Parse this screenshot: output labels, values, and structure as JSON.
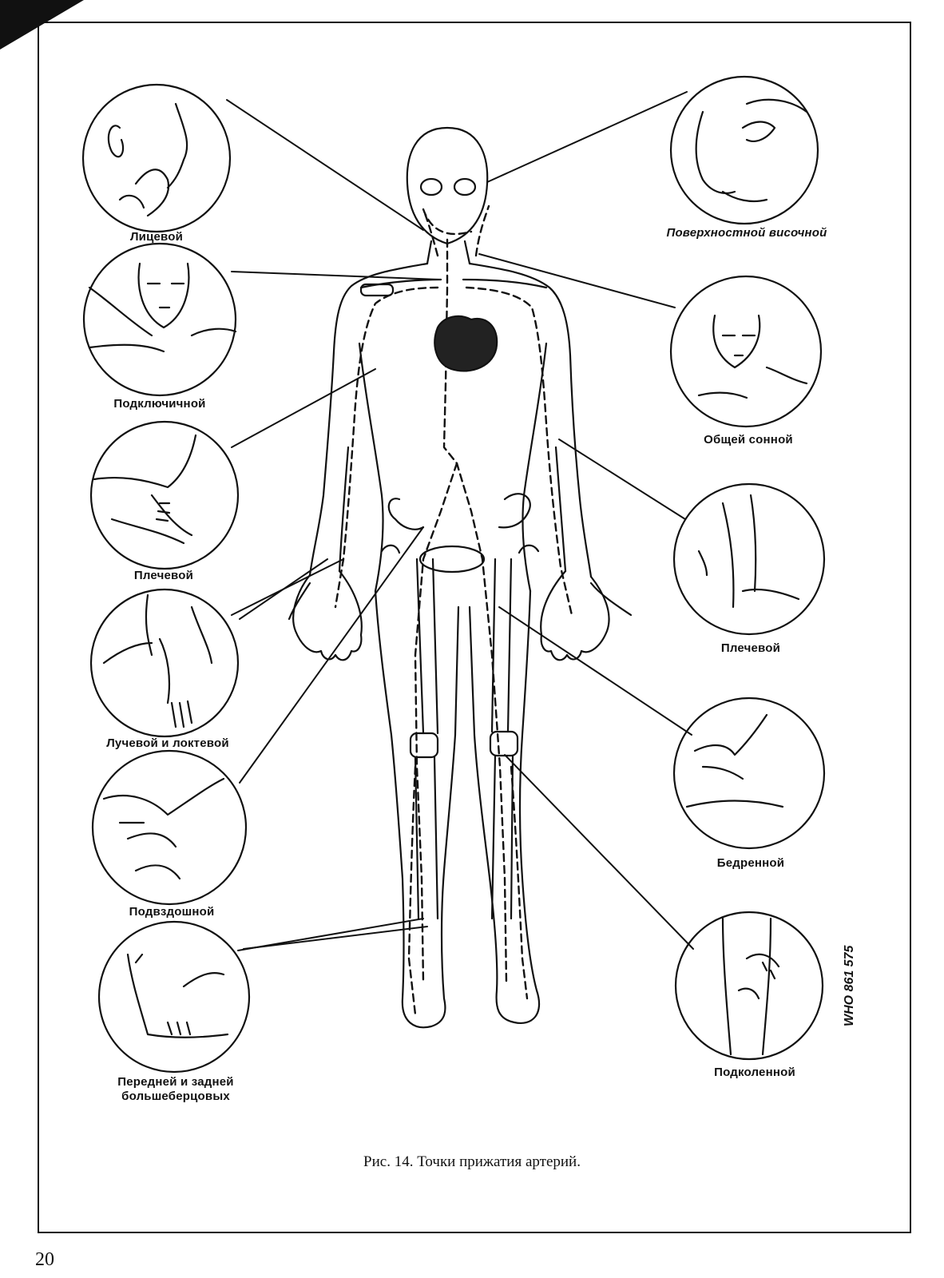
{
  "labels": {
    "facial": "Лицевой",
    "subclavian": "Подключичной",
    "brachial_left": "Плечевой",
    "radial_ulnar": "Лучевой и локтевой",
    "iliac": "Подвздошной",
    "tibial_line1": "Передней и задней",
    "tibial_line2": "большеберцовых",
    "temporal": "Поверхностной височной",
    "carotid": "Общей сонной",
    "brachial_right": "Плечевой",
    "femoral": "Бедренной",
    "popliteal": "Подколенной"
  },
  "caption": "Рис. 14. Точки прижатия артерий.",
  "figure_code": "WHO 861 575",
  "page_number": "20"
}
